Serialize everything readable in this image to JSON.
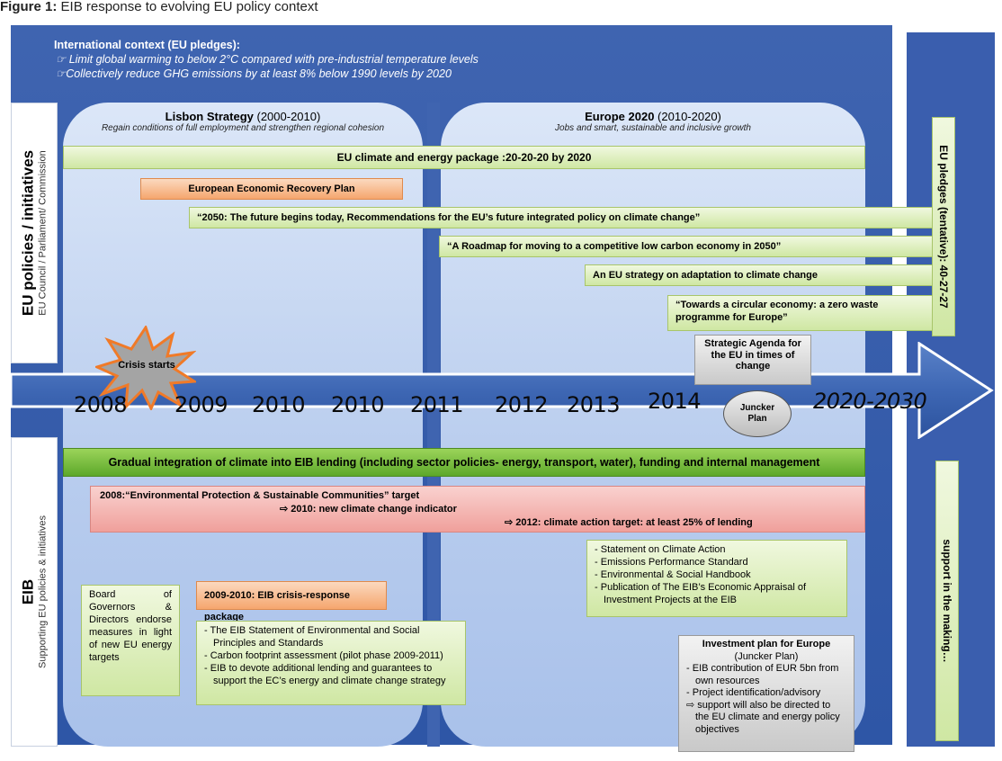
{
  "figure": {
    "label": "Figure 1:",
    "title": "EIB response to evolving EU policy context"
  },
  "international": {
    "heading": "International context (EU pledges):",
    "items": [
      "Limit global warming to below 2°C compared with pre-industrial temperature levels",
      "Collectively reduce GHG emissions by at least 8% below 1990 levels by 2020"
    ]
  },
  "side_labels": {
    "top_big": "EU policies / initiatives",
    "top_small": "EU Council / Parliament/ Commission",
    "bottom_big": "EIB",
    "bottom_small": "Supporting EU policies & initiatives"
  },
  "eras": {
    "lisbon": {
      "name": "Lisbon Strategy",
      "years": " (2000-2010)",
      "subtitle": "Regain conditions of full employment and strengthen regional cohesion"
    },
    "europe": {
      "name": "Europe 2020",
      "years": " (2010-2020)",
      "subtitle": "Jobs and smart, sustainable and inclusive growth"
    }
  },
  "policies": {
    "package": "EU climate and energy package :20-20-20 by 2020",
    "recovery": "European Economic Recovery Plan",
    "future2050": "“2050: The future begins today, Recommendations for the EU’s future integrated policy on climate change”",
    "roadmap": "“A Roadmap for moving to a competitive low carbon economy in 2050”",
    "adaptation": "An EU strategy on adaptation to climate change",
    "circular": "“Towards a circular economy: a zero waste programme for Europe”",
    "strategic": "Strategic Agenda for the EU in times of change"
  },
  "timeline": {
    "years": [
      "2008",
      "2009",
      "2010",
      "2010",
      "2011",
      "2012",
      "2013",
      "2014"
    ],
    "final": "2020-2030",
    "crisis": "Crisis starts",
    "juncker": "Juncker Plan"
  },
  "right": {
    "pledges": "EU pledges (tentative): 40-27-27",
    "support": "support in the making…"
  },
  "eib": {
    "gradual": "Gradual integration of climate into EIB lending (including sector policies- energy, transport, water), funding and internal management",
    "target_line1": "2008:“Environmental Protection & Sustainable Communities” target",
    "target_line2": "⇨ 2010: new climate change indicator",
    "target_line3": "⇨ 2012: climate action target: at least 25% of lending",
    "board": "Board of Governors & Directors endorse measures in light of new EU energy targets",
    "crisis_pkg": "2009-2010: EIB crisis-response package",
    "statements": [
      "The EIB Statement of Environmental and Social Principles and Standards",
      "Carbon footprint assessment  (pilot phase 2009-2011)",
      "EIB to devote additional lending and guarantees to support the EC’s energy and climate change strategy"
    ],
    "climate_action": [
      "Statement on Climate Action",
      "Emissions Performance Standard",
      "Environmental  & Social Handbook",
      "Publication of The EIB’s Economic Appraisal of Investment Projects at the EIB"
    ],
    "investment_title": "Investment plan for Europe",
    "investment_sub": "(Juncker Plan)",
    "investment_items": [
      "EIB contribution of EUR 5bn from own resources",
      "Project identification/advisory"
    ],
    "investment_arrow": "⇨ support will also be directed to the EU climate and energy policy objectives"
  },
  "colors": {
    "background_blue": "#3f64b0",
    "era_fill": "#b9cdee",
    "light_green": "#cfe7a3",
    "dark_green": "#5da82a",
    "orange": "#f5a66e",
    "red_pink": "#f0a09b",
    "grey": "#c9c9c9"
  }
}
